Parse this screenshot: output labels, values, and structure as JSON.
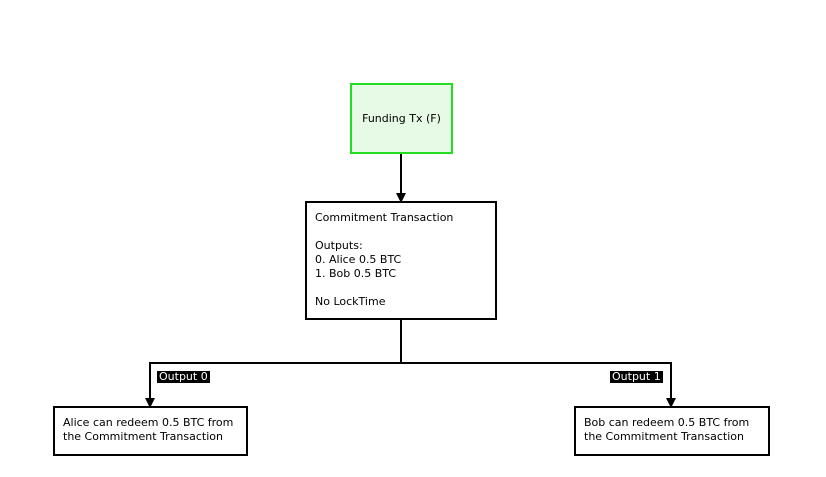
{
  "nodes": {
    "funding": {
      "title": "Funding Tx (F)",
      "fill": "#e6fae6",
      "stroke": "#22dd22"
    },
    "commitment": {
      "title": "Commitment Transaction",
      "outputs_heading": "Outputs:",
      "outputs": [
        "0. Alice 0.5 BTC",
        "1. Bob 0.5 BTC"
      ],
      "locktime": "No LockTime"
    },
    "alice": {
      "lines": [
        "Alice can redeem 0.5 BTC from",
        "the Commitment Transaction"
      ]
    },
    "bob": {
      "lines": [
        "Bob can redeem 0.5 BTC from",
        "the Commitment Transaction"
      ]
    }
  },
  "edges": {
    "output0_label": "Output 0",
    "output1_label": "Output 1"
  }
}
